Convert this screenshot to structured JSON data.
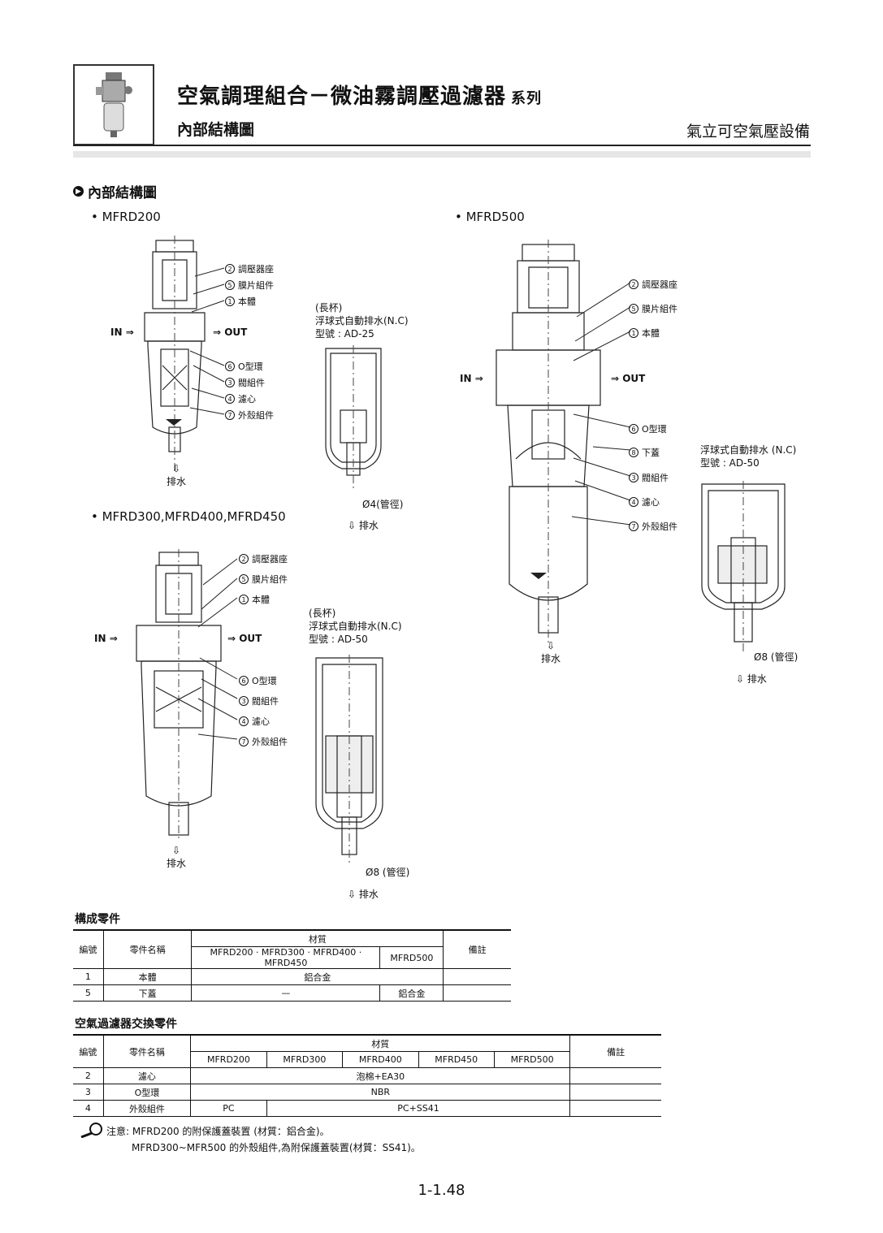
{
  "header": {
    "title": "空氣調理組合－微油霧調壓過濾器",
    "series": "系列",
    "subtitle": "內部結構圖",
    "company": "氣立可空氣壓設備"
  },
  "section_title": "內部結構圖",
  "models": {
    "mfrd200": "• MFRD200",
    "mfrd300": "• MFRD300,MFRD400,MFRD450",
    "mfrd500": "• MFRD500"
  },
  "callouts": {
    "c2": "調壓器座",
    "c5": "膜片組件",
    "c1": "本體",
    "c6": "O型環",
    "c3": "閥組件",
    "c4": "濾心",
    "c7": "外殼組件",
    "c8": "下蓋",
    "n1": "1",
    "n2": "2",
    "n3": "3",
    "n4": "4",
    "n5": "5",
    "n6": "6",
    "n7": "7",
    "n8": "8"
  },
  "io": {
    "in": "IN",
    "out": "OUT",
    "drain": "排水"
  },
  "drain_notes": {
    "ad25": {
      "l1": "(長杯)",
      "l2": "浮球式自動排水(N.C)",
      "l3": "型號 : AD-25",
      "pipe": "Ø4(管徑)"
    },
    "ad50a": {
      "l1": "(長杯)",
      "l2": "浮球式自動排水(N.C)",
      "l3": "型號 : AD-50",
      "pipe": "Ø8 (管徑)"
    },
    "ad50b": {
      "l2": "浮球式自動排水 (N.C)",
      "l3": "型號 : AD-50",
      "pipe": "Ø8 (管徑)"
    }
  },
  "table1": {
    "title": "構成零件",
    "h_no": "編號",
    "h_name": "零件名稱",
    "h_material": "材質",
    "h_sub1": "MFRD200 · MFRD300 · MFRD400 · MFRD450",
    "h_sub2": "MFRD500",
    "h_note": "備註",
    "rows": [
      {
        "no": "1",
        "name": "本體",
        "mat": "鋁合金"
      },
      {
        "no": "5",
        "name": "下蓋",
        "mat1": "—",
        "mat2": "鋁合金"
      }
    ]
  },
  "table2": {
    "title": "空氣過濾器交換零件",
    "h_no": "編號",
    "h_name": "零件名稱",
    "h_material": "材質",
    "h_note": "備註",
    "models": [
      "MFRD200",
      "MFRD300",
      "MFRD400",
      "MFRD450",
      "MFRD500"
    ],
    "rows": [
      {
        "no": "2",
        "name": "濾心",
        "mat": "泡棉+EA30"
      },
      {
        "no": "3",
        "name": "O型環",
        "mat": "NBR"
      },
      {
        "no": "4",
        "name": "外殼組件",
        "mat1": "PC",
        "mat2": "PC+SS41"
      }
    ]
  },
  "notes": {
    "l1": "注意: MFRD200 的附保護蓋裝置 (材質：鋁合金)。",
    "l2": "MFRD300~MFR500 的外殼組件,為附保護蓋裝置(材質：SS41)。"
  },
  "page_number": "1-1.48"
}
